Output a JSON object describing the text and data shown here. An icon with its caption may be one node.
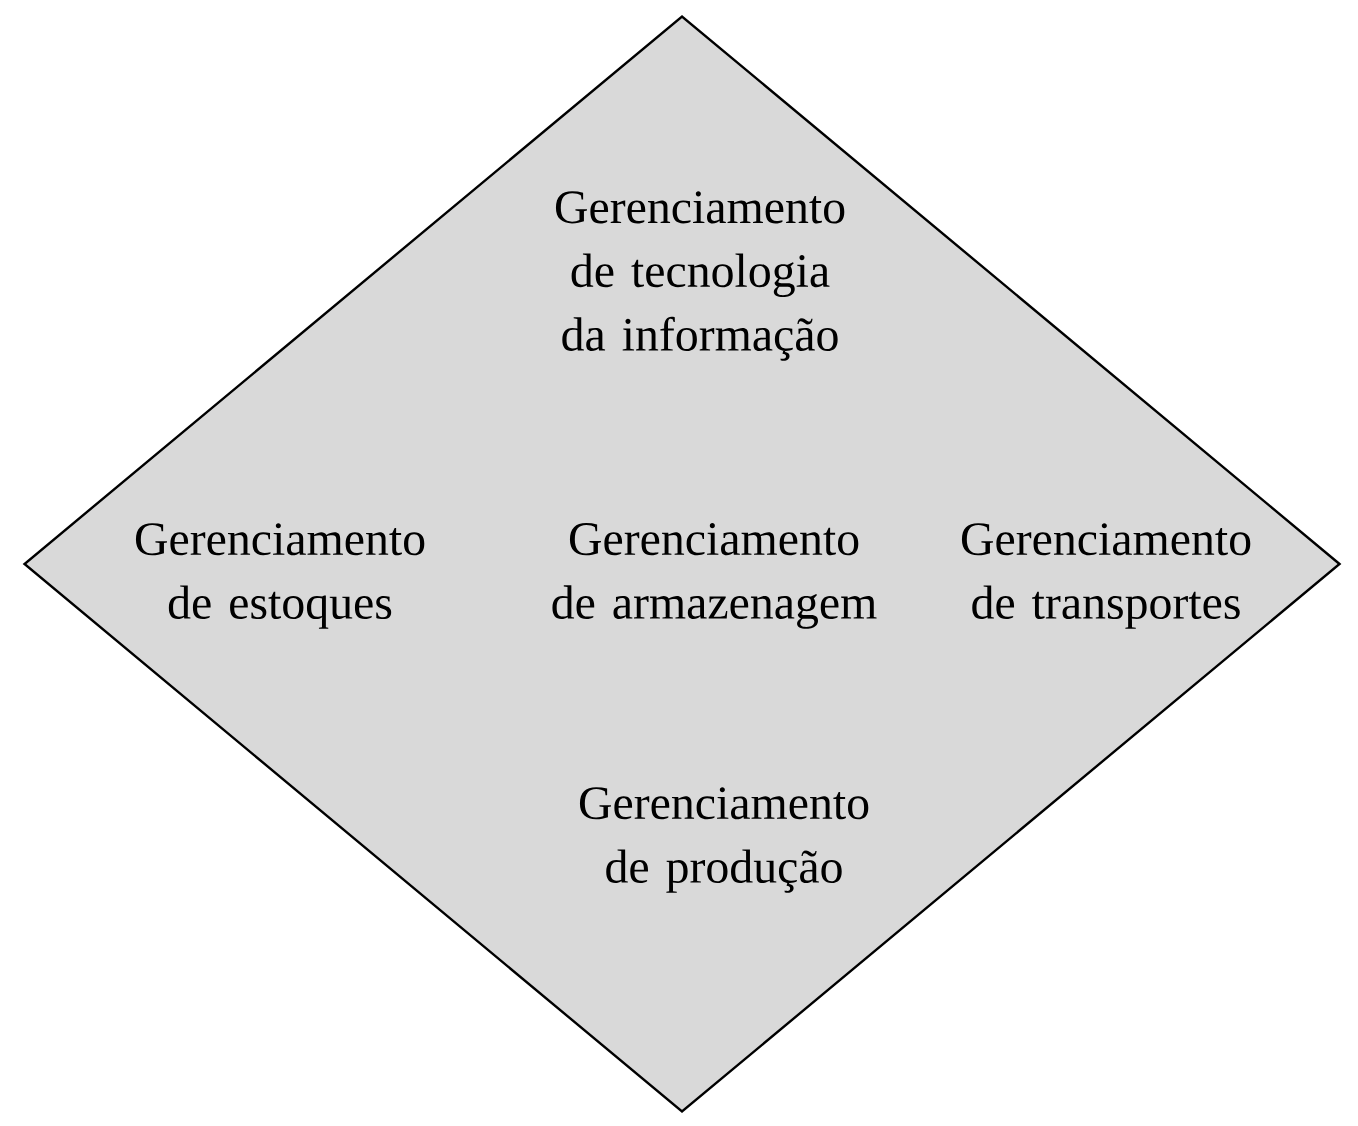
{
  "diagram": {
    "nodes": [
      {
        "text": [
          "Gerenciamento de tecnologia da informação",
          "Gerenciamento de estoques",
          "Gerenciamento de armazenagem",
          "Gerenciamento de transportes",
          "Gerenciamento de produção"
        ]
      }
    ]
  }
}
